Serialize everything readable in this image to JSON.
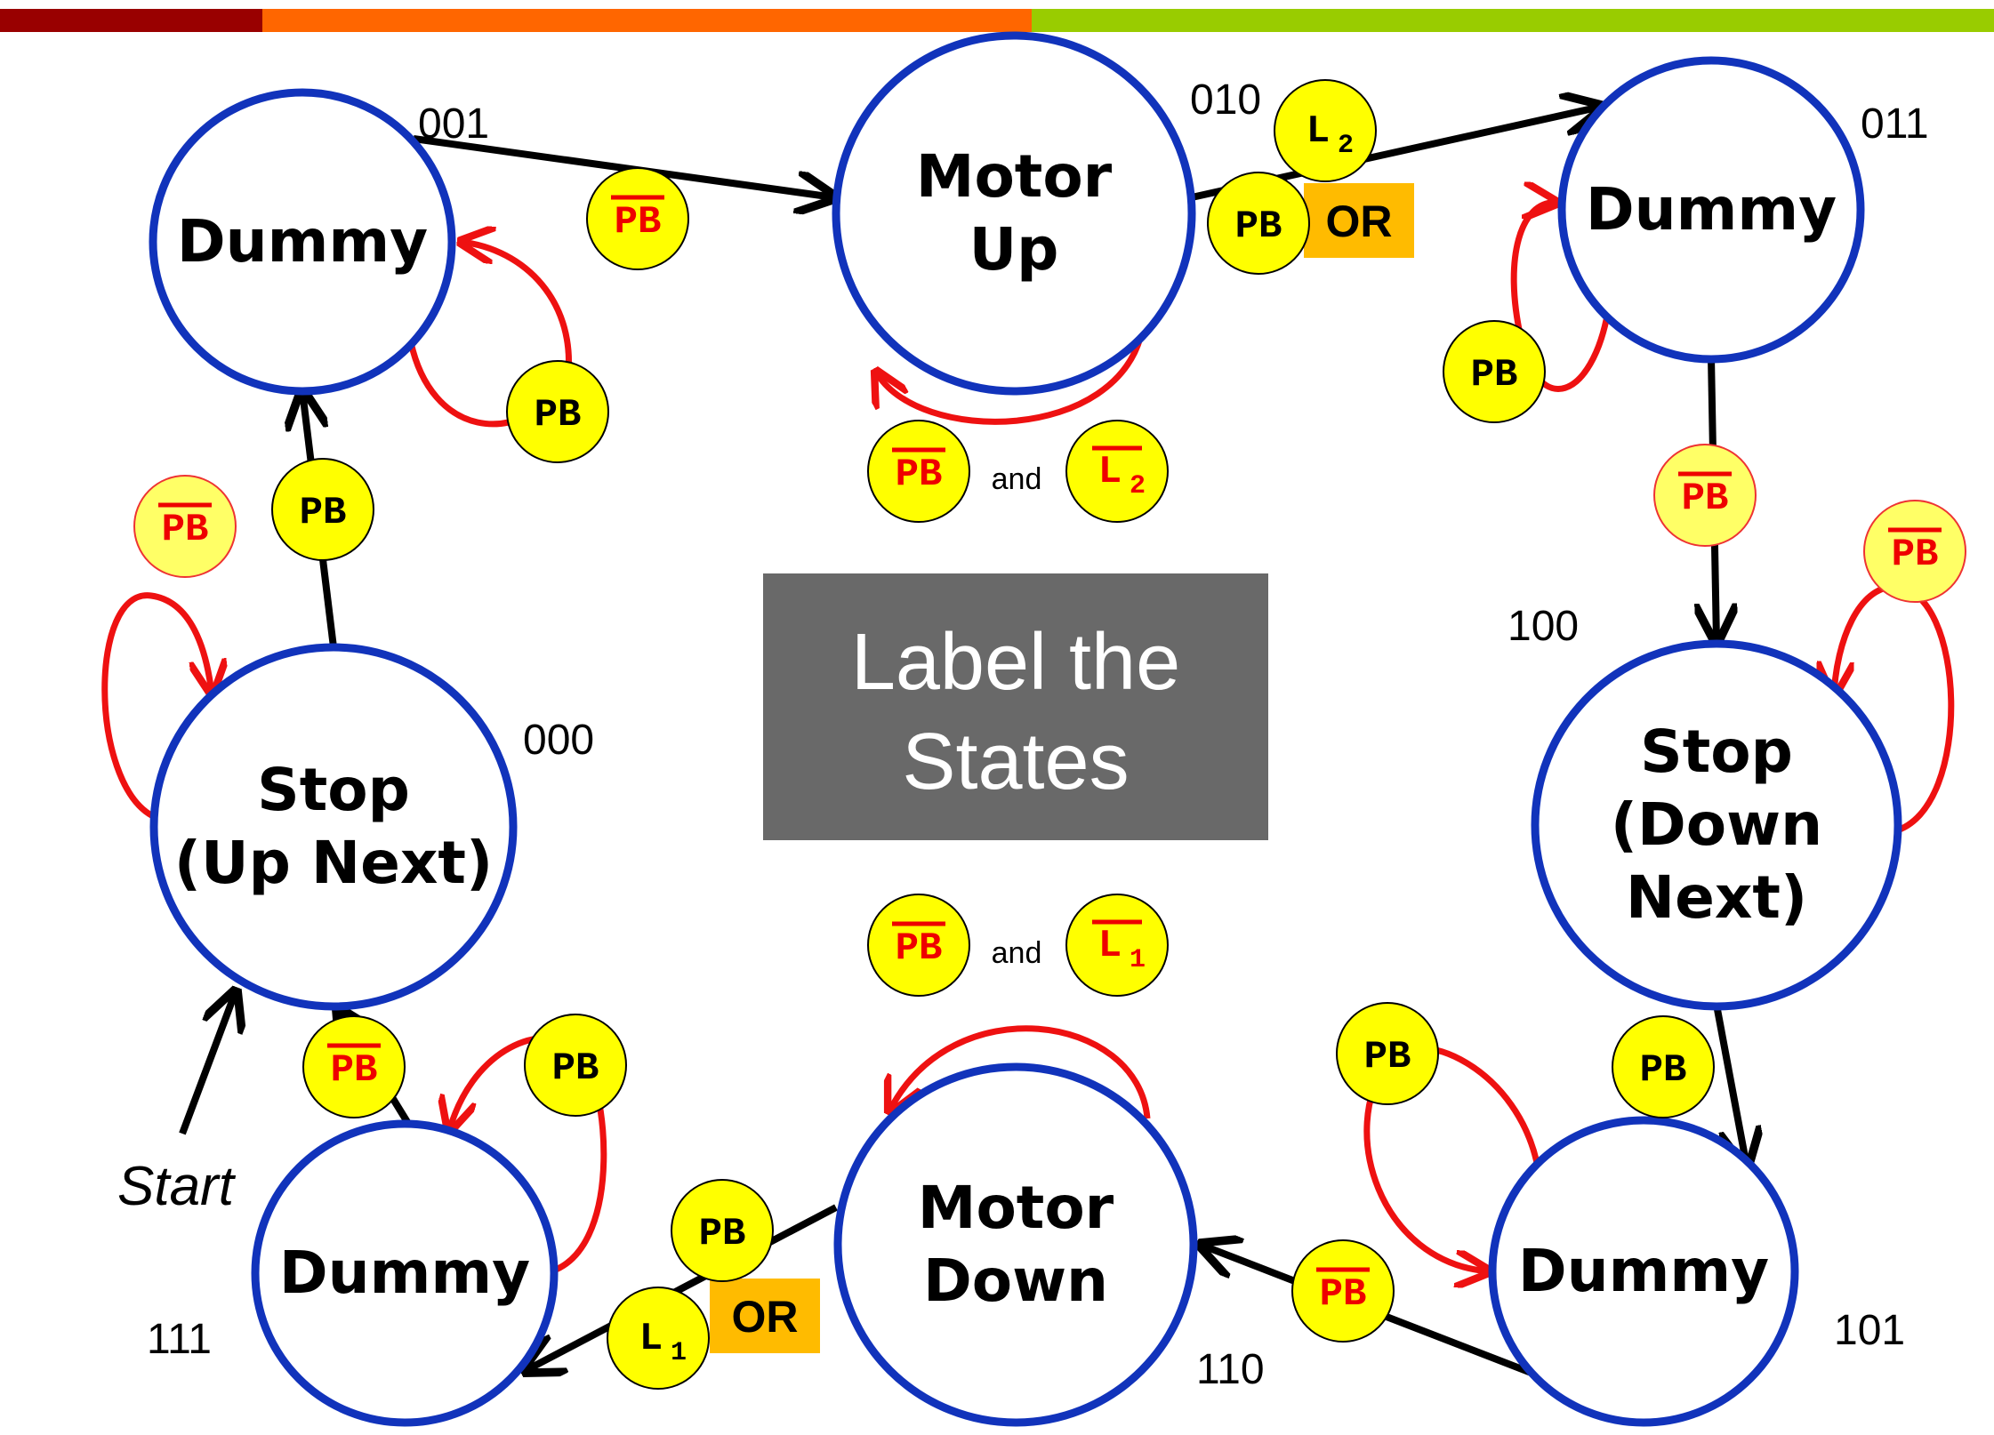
{
  "colors": {
    "bar_dark_red": "#990000",
    "bar_orange": "#ff6600",
    "bar_green": "#99cc00",
    "state_border": "#1133bb",
    "self_loop": "#ee1111",
    "transition": "#000000",
    "condition_fill": "#ffff00",
    "negated_text": "#ee0000",
    "or_fill": "#ffbb00",
    "label_box": "#696969"
  },
  "label_box": {
    "line1": "Label the",
    "line2": "States"
  },
  "start_label": "Start",
  "and_text": "and",
  "or_text": "OR",
  "states": [
    {
      "id": "dummy-001",
      "lines": [
        "Dummy"
      ],
      "code": "001"
    },
    {
      "id": "motor-up-010",
      "lines": [
        "Motor",
        "Up"
      ],
      "code": "010"
    },
    {
      "id": "dummy-011",
      "lines": [
        "Dummy"
      ],
      "code": "011"
    },
    {
      "id": "stop-down-next-100",
      "lines": [
        "Stop",
        "(Down",
        "Next)"
      ],
      "code": "100"
    },
    {
      "id": "dummy-101",
      "lines": [
        "Dummy"
      ],
      "code": "101"
    },
    {
      "id": "motor-down-110",
      "lines": [
        "Motor",
        "Down"
      ],
      "code": "110"
    },
    {
      "id": "dummy-111",
      "lines": [
        "Dummy"
      ],
      "code": "111"
    },
    {
      "id": "stop-up-next-000",
      "lines": [
        "Stop",
        "(Up Next)"
      ],
      "code": "000"
    }
  ],
  "conditions": {
    "pb": "PB",
    "pb_bar": "PB",
    "l_letter": "L",
    "l1_sub": "1",
    "l2_sub": "2"
  }
}
